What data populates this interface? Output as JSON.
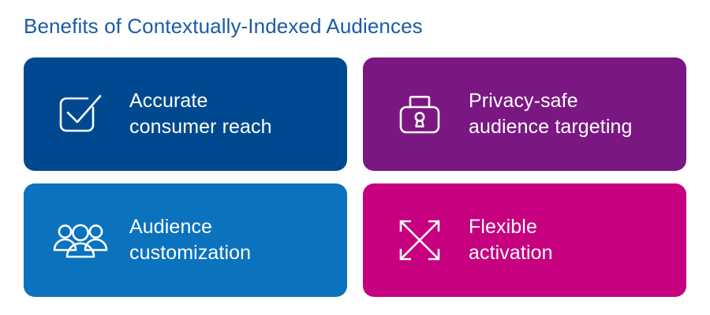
{
  "page": {
    "title": "Benefits of Contextually-Indexed Audiences",
    "title_color": "#1a5ba8",
    "background_color": "#ffffff"
  },
  "cards": [
    {
      "label": "Accurate\nconsumer reach",
      "icon": "checkbox-check-icon",
      "color": "#004990",
      "name": "accurate-consumer-reach"
    },
    {
      "label": "Privacy-safe\naudience targeting",
      "icon": "padlock-icon",
      "color": "#7B1783",
      "name": "privacy-safe-audience-targeting"
    },
    {
      "label": "Audience\ncustomization",
      "icon": "people-group-icon",
      "color": "#0B72BE",
      "name": "audience-customization"
    },
    {
      "label": "Flexible\nactivation",
      "icon": "expand-arrows-icon",
      "color": "#C6007E",
      "name": "flexible-activation"
    }
  ]
}
